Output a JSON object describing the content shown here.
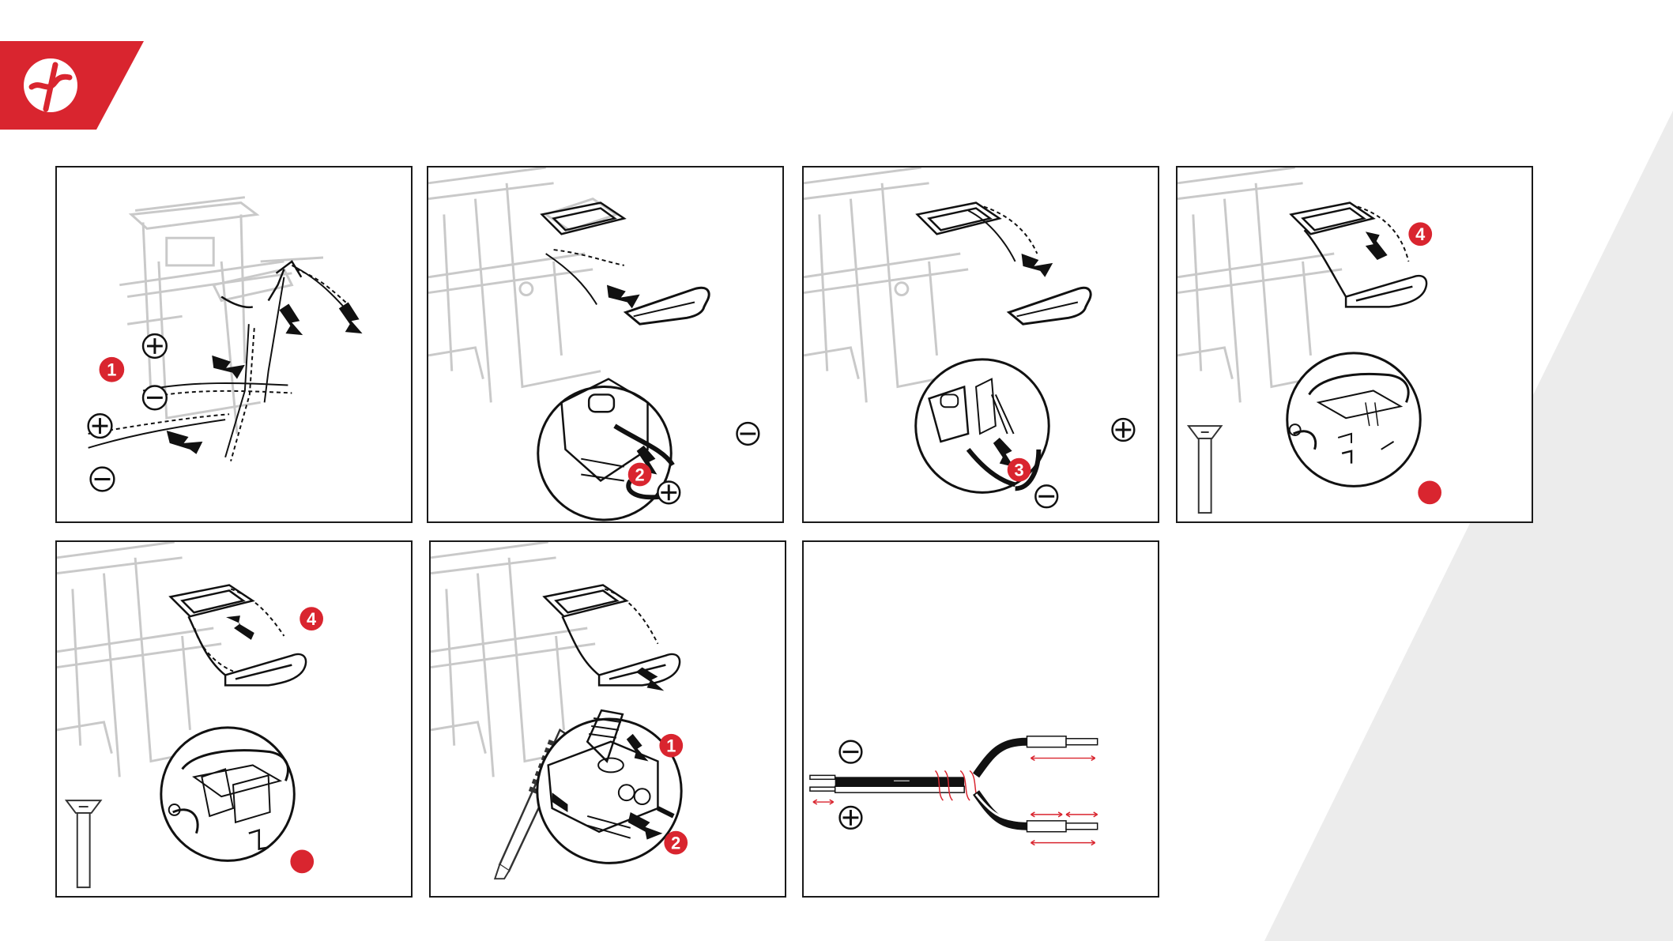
{
  "colors": {
    "brand_red": "#d9252f",
    "ink": "#111111",
    "ghost_line": "#c9c9c9",
    "background_slab": "#ececec",
    "panel_border": "#1a1a1a"
  },
  "icons": {
    "logo": "brand-logo-icon",
    "plus": "plus-sign-icon",
    "minus": "minus-sign-icon",
    "arrow": "direction-arrow-icon",
    "screw": "countersunk-screw-icon",
    "tool": "crimp-tool-icon"
  },
  "panels": [
    {
      "step": "1",
      "badges": [
        "1"
      ]
    },
    {
      "step": "2",
      "badges": [
        "2"
      ]
    },
    {
      "step": "3",
      "badges": [
        "3"
      ]
    },
    {
      "step": "4",
      "badges": [
        "4",
        ""
      ]
    },
    {
      "step": "4",
      "badges": [
        "4",
        ""
      ]
    },
    {
      "step": "crimp",
      "badges": [
        "1",
        "2"
      ]
    },
    {
      "step": "cable",
      "badges": []
    }
  ]
}
